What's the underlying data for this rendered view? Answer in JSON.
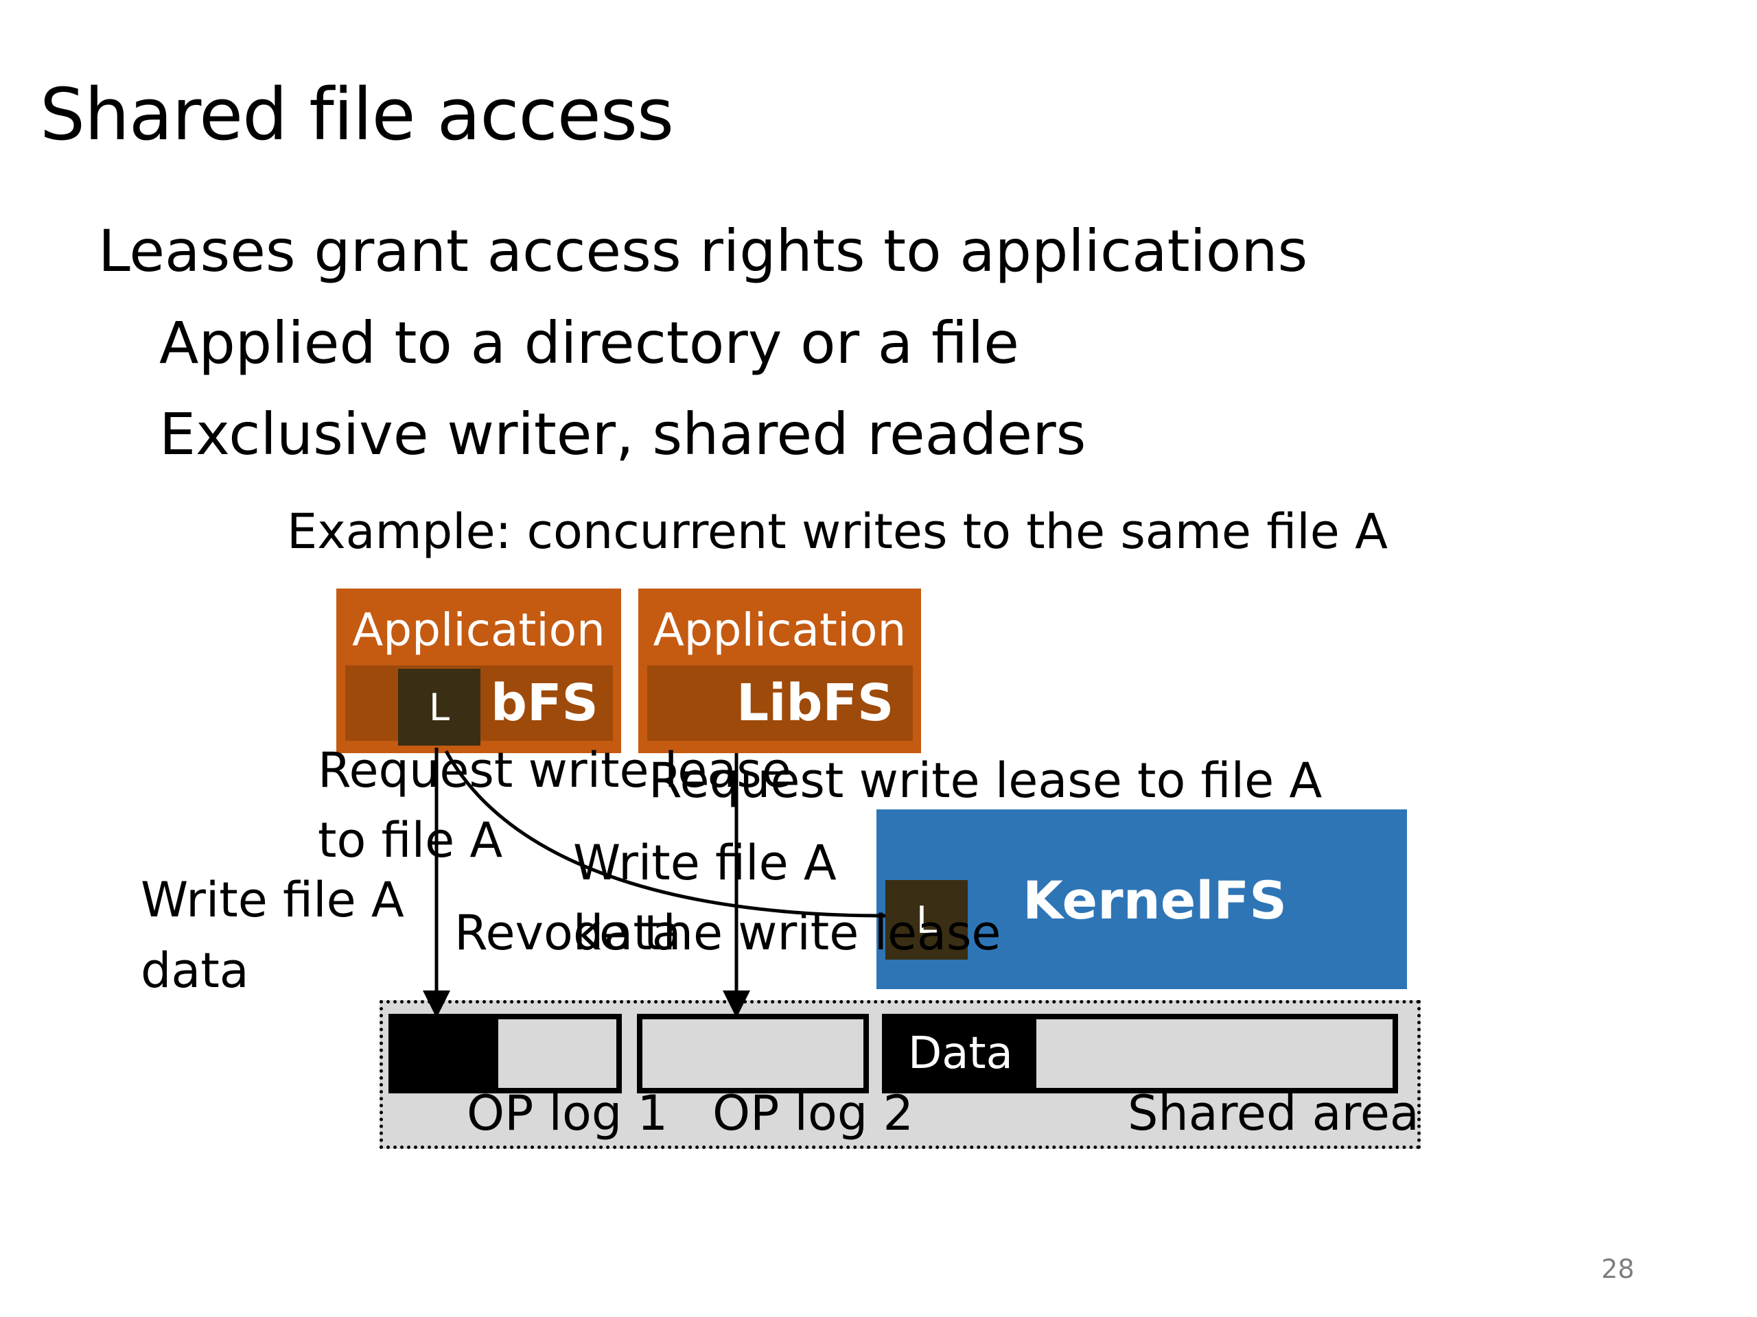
{
  "slide": {
    "title": "Shared file access",
    "bullets": [
      "Leases grant access rights to applications",
      "Applied to a directory or a file",
      "Exclusive writer, shared readers"
    ],
    "example": "Example: concurrent writes to the same file A",
    "page_number": "28"
  },
  "diagram": {
    "app1": {
      "label": "Application",
      "libfs": "bFS",
      "lease": "L"
    },
    "app2": {
      "label": "Application",
      "libfs": "LibFS"
    },
    "kernel": {
      "label": "KernelFS",
      "lease": "L"
    },
    "shared": {
      "oplog1": "OP log 1",
      "oplog2": "OP log 2",
      "data": "Data",
      "area": "Shared area"
    },
    "labels": {
      "request1_line1": "Request write lease",
      "request1_line2": "to file A",
      "request2": "Request write lease to file A",
      "write1_line1": "Write file A",
      "write1_line2": "data",
      "write2": "Write file A",
      "revoke": "Revoke the write lease",
      "data_overlap": "data"
    },
    "colors": {
      "application": "#c55a11",
      "libfs": "#9e4a0b",
      "kernelfs": "#2e75b6",
      "lease": "#3a2e14",
      "shared_area": "#d9d9d9"
    }
  }
}
